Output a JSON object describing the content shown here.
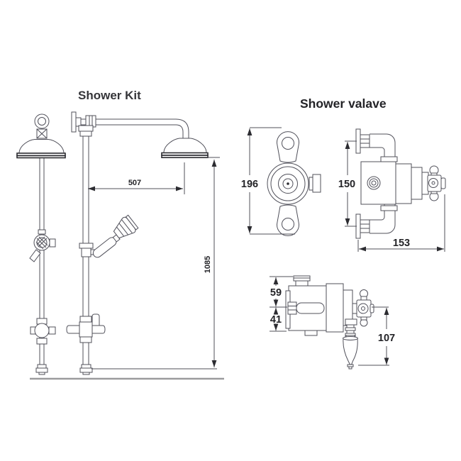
{
  "titles": {
    "kit": "Shower Kit",
    "valve": "Shower valave"
  },
  "dims": {
    "d507": "507",
    "d1085": "1085",
    "d196": "196",
    "d150": "150",
    "d153": "153",
    "d59": "59",
    "d41": "41",
    "d107": "107"
  },
  "colors": {
    "bg": "#ffffff",
    "line": "#50505a",
    "dark": "#2c2c31",
    "text": "#232327",
    "baseline": "#9b9b9d"
  }
}
